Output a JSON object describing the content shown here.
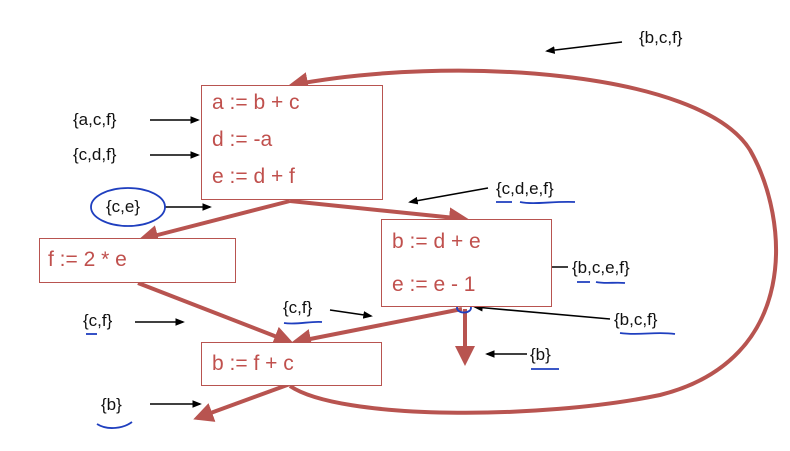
{
  "blocks": {
    "b1": {
      "stmts": [
        "a := b + c",
        "d := -a",
        "e := d + f"
      ]
    },
    "b2": {
      "stmts": [
        "f := 2 * e"
      ]
    },
    "b3": {
      "stmts": [
        "b := d + e",
        "e := e - 1"
      ]
    },
    "b4": {
      "stmts": [
        "b := f + c"
      ]
    }
  },
  "labels": {
    "top": "{b,c,f}",
    "b1_in1": "{a,c,f}",
    "b1_in2": "{c,d,f}",
    "b1_out": "{c,e}",
    "b3_in": "{c,d,e,f}",
    "b3_mid": "{b,c,e,f}",
    "b3_out": "{b,c,f}",
    "b3_exit": "{b}",
    "b2_out": "{c,f}",
    "b4_in": "{c,f}",
    "b4_out": "{b}"
  },
  "colors": {
    "edge": "#b85450",
    "stmt_text": "#c0504d",
    "label_text": "#111111",
    "annotation": "#1f3fbf",
    "pointer": "#000000"
  }
}
